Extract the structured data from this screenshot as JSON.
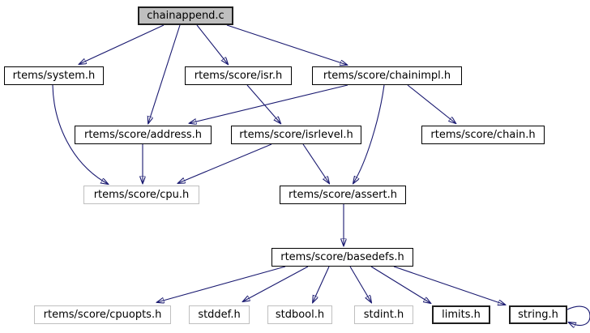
{
  "graph": {
    "kind": "include-dependency-graph",
    "root": "chainappend.c",
    "colors": {
      "background": "#ffffff",
      "edge": "#191970",
      "linked_node_border": "#000000",
      "plain_node_border": "#bfbfbf",
      "root_node_fill": "#bfbfbf",
      "text": "#000000"
    },
    "nodes": [
      {
        "label": "chainappend.c",
        "style": "root-gray-filled"
      },
      {
        "label": "rtems/system.h",
        "style": "linked"
      },
      {
        "label": "rtems/score/isr.h",
        "style": "linked"
      },
      {
        "label": "rtems/score/chainimpl.h",
        "style": "linked"
      },
      {
        "label": "rtems/score/address.h",
        "style": "linked"
      },
      {
        "label": "rtems/score/isrlevel.h",
        "style": "linked"
      },
      {
        "label": "rtems/score/chain.h",
        "style": "linked"
      },
      {
        "label": "rtems/score/cpu.h",
        "style": "plain-gray-border"
      },
      {
        "label": "rtems/score/assert.h",
        "style": "linked"
      },
      {
        "label": "rtems/score/basedefs.h",
        "style": "linked"
      },
      {
        "label": "rtems/score/cpuopts.h",
        "style": "plain-gray-border"
      },
      {
        "label": "stddef.h",
        "style": "plain-gray-border"
      },
      {
        "label": "stdbool.h",
        "style": "plain-gray-border"
      },
      {
        "label": "stdint.h",
        "style": "plain-gray-border"
      },
      {
        "label": "limits.h",
        "style": "linked-bold"
      },
      {
        "label": "string.h",
        "style": "linked-bold"
      }
    ],
    "edges": [
      {
        "from": "chainappend.c",
        "to": "rtems/system.h"
      },
      {
        "from": "chainappend.c",
        "to": "rtems/score/address.h"
      },
      {
        "from": "chainappend.c",
        "to": "rtems/score/isr.h"
      },
      {
        "from": "chainappend.c",
        "to": "rtems/score/chainimpl.h"
      },
      {
        "from": "rtems/system.h",
        "to": "rtems/score/cpu.h"
      },
      {
        "from": "rtems/score/isr.h",
        "to": "rtems/score/isrlevel.h"
      },
      {
        "from": "rtems/score/chainimpl.h",
        "to": "rtems/score/address.h"
      },
      {
        "from": "rtems/score/chainimpl.h",
        "to": "rtems/score/assert.h"
      },
      {
        "from": "rtems/score/chainimpl.h",
        "to": "rtems/score/chain.h"
      },
      {
        "from": "rtems/score/address.h",
        "to": "rtems/score/cpu.h"
      },
      {
        "from": "rtems/score/isrlevel.h",
        "to": "rtems/score/cpu.h"
      },
      {
        "from": "rtems/score/isrlevel.h",
        "to": "rtems/score/assert.h"
      },
      {
        "from": "rtems/score/assert.h",
        "to": "rtems/score/basedefs.h"
      },
      {
        "from": "rtems/score/basedefs.h",
        "to": "rtems/score/cpuopts.h"
      },
      {
        "from": "rtems/score/basedefs.h",
        "to": "stddef.h"
      },
      {
        "from": "rtems/score/basedefs.h",
        "to": "stdbool.h"
      },
      {
        "from": "rtems/score/basedefs.h",
        "to": "stdint.h"
      },
      {
        "from": "rtems/score/basedefs.h",
        "to": "limits.h"
      },
      {
        "from": "rtems/score/basedefs.h",
        "to": "string.h"
      },
      {
        "from": "string.h",
        "to": "string.h"
      }
    ]
  }
}
